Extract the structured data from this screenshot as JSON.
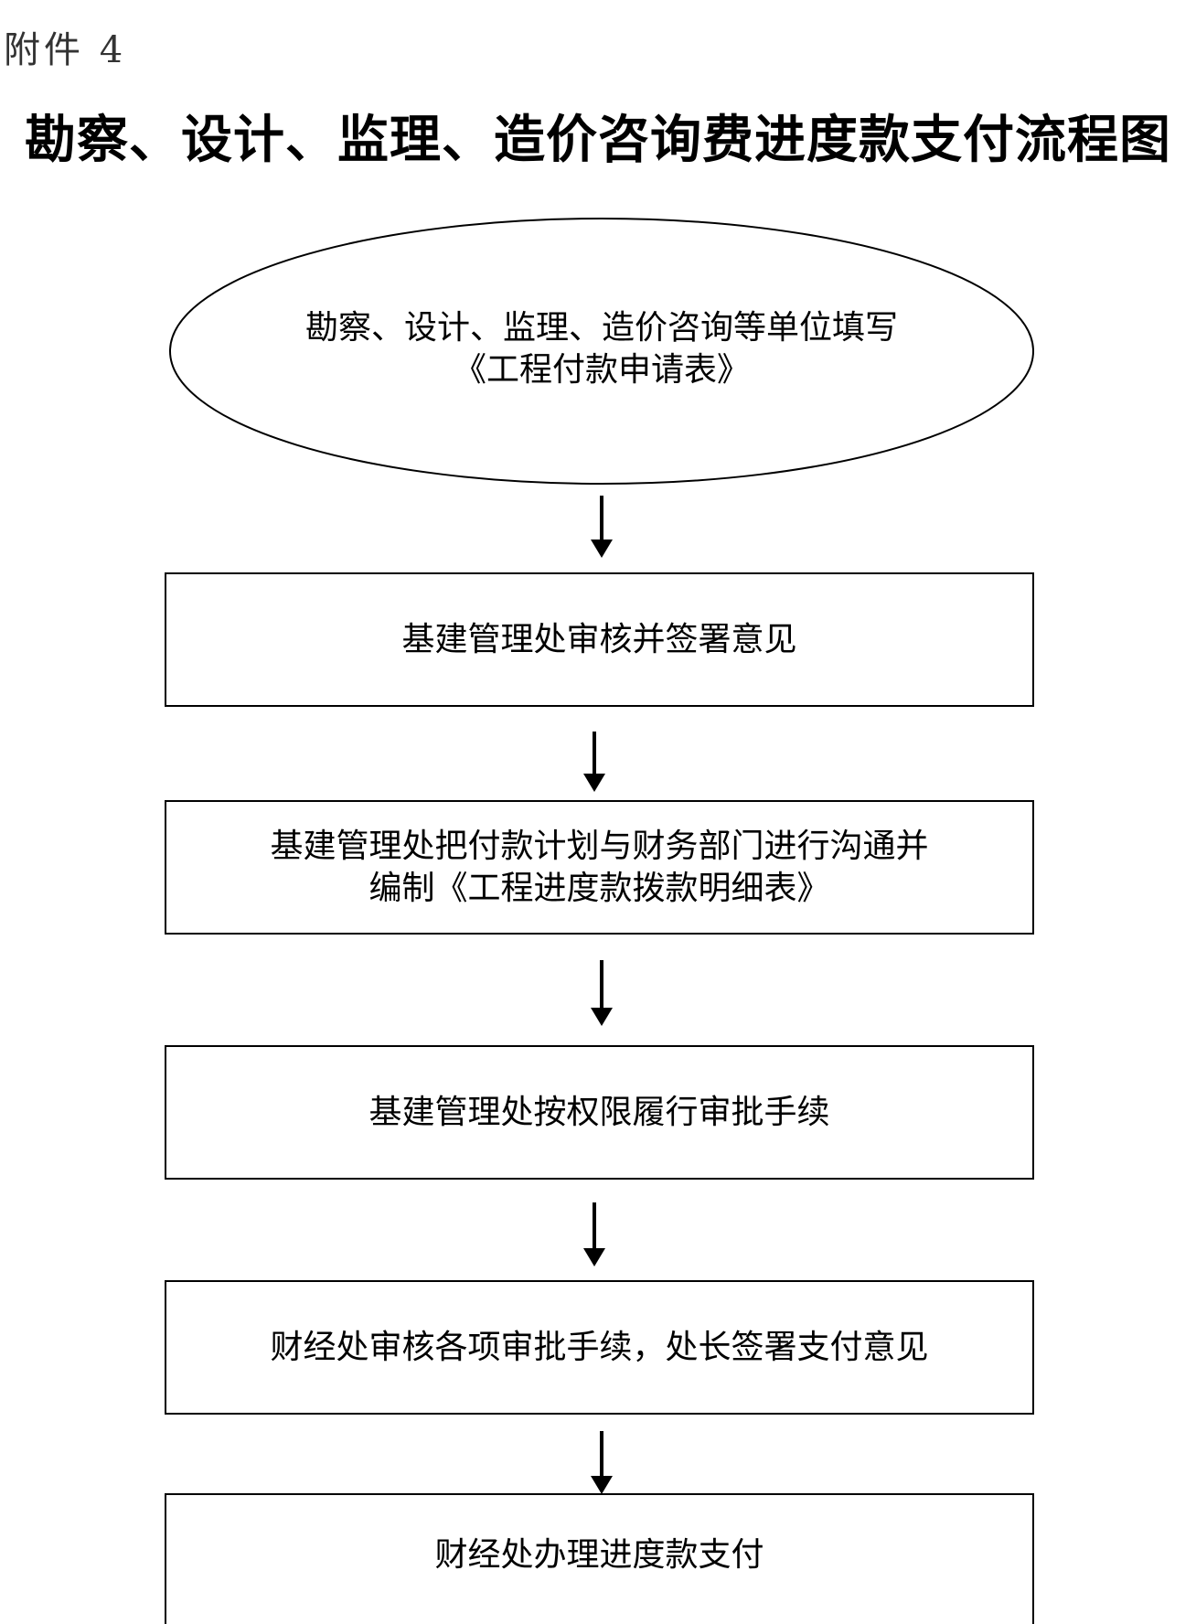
{
  "attachment_label": "附件 4",
  "title": "勘察、设计、监理、造价咨询费进度款支付流程图",
  "nodes": {
    "start": {
      "line1": "勘察、设计、监理、造价咨询等单位填写",
      "line2": "《工程付款申请表》"
    },
    "step1": {
      "line1": "基建管理处审核并签署意见"
    },
    "step2": {
      "line1": "基建管理处把付款计划与财务部门进行沟通并",
      "line2": "编制《工程进度款拨款明细表》"
    },
    "step3": {
      "line1": "基建管理处按权限履行审批手续"
    },
    "step4": {
      "line1": "财经处审核各项审批手续，处长签署支付意见"
    },
    "step5": {
      "line1": "财经处办理进度款支付"
    }
  }
}
